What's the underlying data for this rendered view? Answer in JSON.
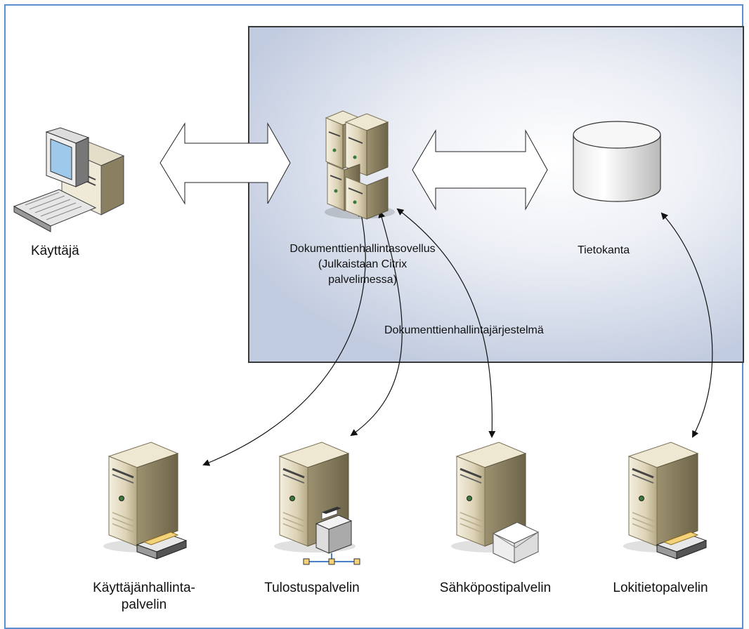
{
  "nodes": {
    "user": "Käyttäjä",
    "app_line1": "Dokumenttienhallintasovellus",
    "app_line2": "(Julkaistaan Citrix",
    "app_line3": "palvelimessa)",
    "database": "Tietokanta",
    "system": "Dokumenttienhallintajärjestelmä",
    "user_mgmt_line1": "Käyttäjänhallinta-",
    "user_mgmt_line2": "palvelin",
    "print_server": "Tulostuspalvelin",
    "email_server": "Sähköpostipalvelin",
    "log_server": "Lokitietopalvelin"
  },
  "icons": {
    "user": "desktop-computer-icon",
    "app": "server-cluster-icon",
    "database": "database-cylinder-icon",
    "user_mgmt": "server-with-scanner-icon",
    "print": "server-with-printer-icon",
    "email": "server-with-envelope-icon",
    "log": "server-with-scanner-icon"
  },
  "colors": {
    "frame": "#5b8fd0",
    "box_border": "#3a3a3a",
    "box_fill": "#c2cce0",
    "server_body": "#d8ceb0"
  }
}
